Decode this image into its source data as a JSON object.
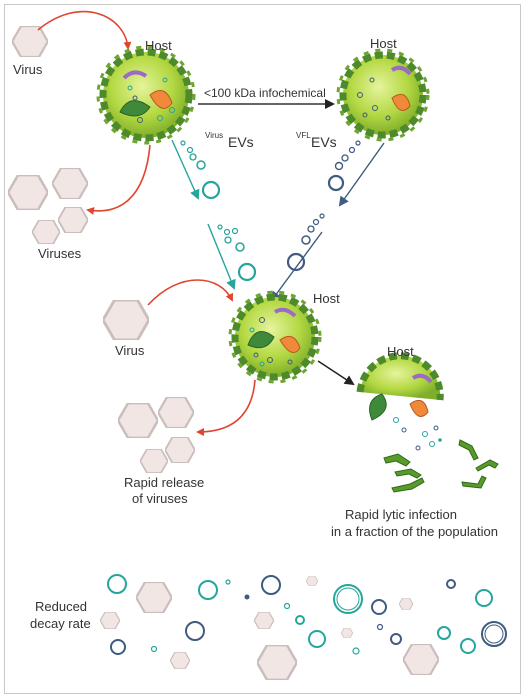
{
  "labels": {
    "virus_top": "Virus",
    "host_top_left": "Host",
    "host_top_right": "Host",
    "infochemical": "<100 kDa infochemical",
    "virus_evs_sup": "Virus",
    "virus_evs_main": "EVs",
    "vfl_evs_sup": "VFL",
    "vfl_evs_main": "EVs",
    "viruses": "Viruses",
    "virus_mid": "Virus",
    "host_mid": "Host",
    "host_right": "Host",
    "rapid_release_1": "Rapid release",
    "rapid_release_2": "of viruses",
    "lytic_1": "Rapid lytic infection",
    "lytic_2": "in a fraction of the population",
    "reduced_1": "Reduced",
    "reduced_2": "decay rate"
  },
  "colors": {
    "virus_hex_fill": "#f1e6e4",
    "virus_hex_stroke": "#c9bebb",
    "red_arrow": "#e0452f",
    "teal": "#26a59a",
    "slate": "#3f5b80",
    "cell_green": "#a8d23a",
    "cell_dark_green": "#4d8a2a",
    "black_arrow": "#222222"
  }
}
